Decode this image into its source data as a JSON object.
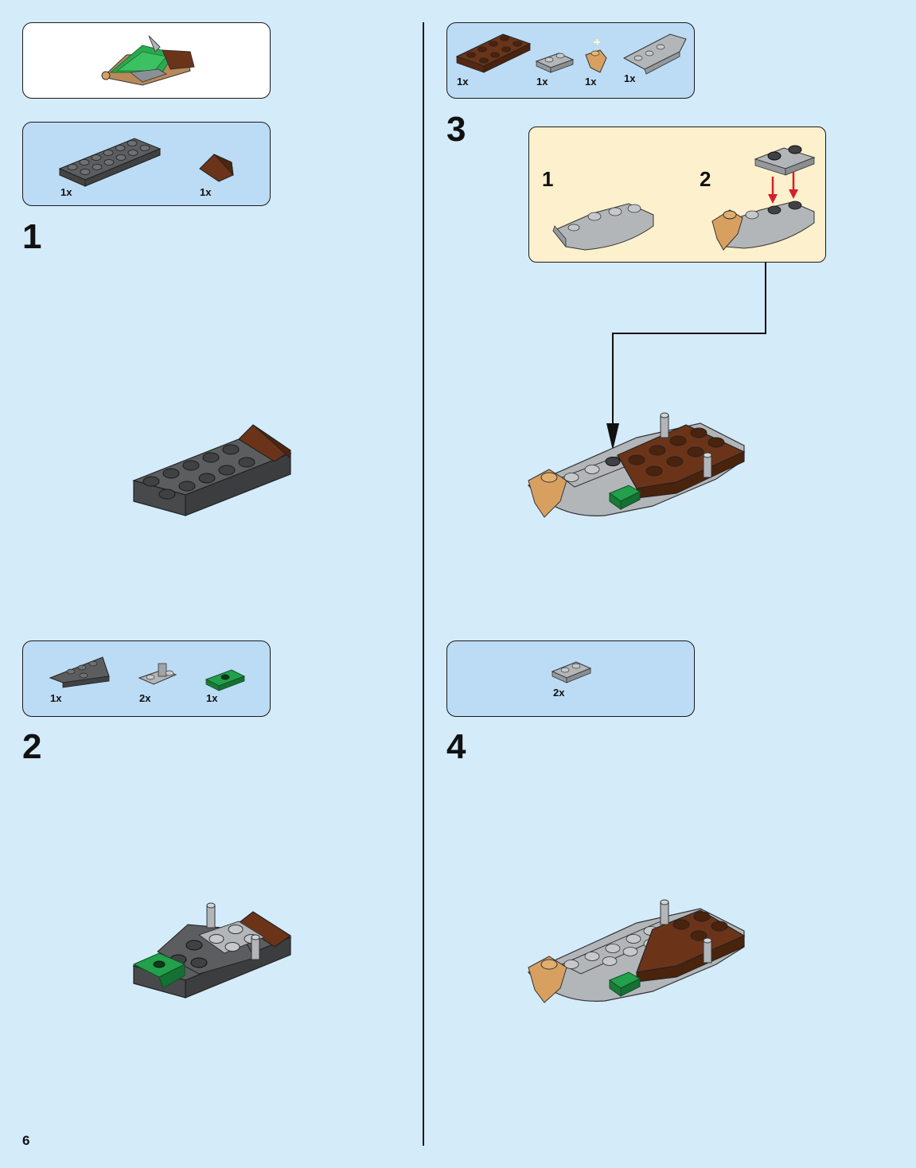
{
  "page": {
    "number": "6"
  },
  "preview": {},
  "step1": {
    "number": "1",
    "parts": [
      {
        "qty": "1x"
      },
      {
        "qty": "1x"
      }
    ]
  },
  "step2": {
    "number": "2",
    "parts": [
      {
        "qty": "1x"
      },
      {
        "qty": "2x"
      },
      {
        "qty": "1x"
      }
    ]
  },
  "step3": {
    "number": "3",
    "parts": [
      {
        "qty": "1x"
      },
      {
        "qty": "1x"
      },
      {
        "qty": "1x"
      },
      {
        "qty": "1x"
      }
    ],
    "substeps": [
      {
        "number": "1"
      },
      {
        "number": "2"
      }
    ]
  },
  "step4": {
    "number": "4",
    "parts": [
      {
        "qty": "2x"
      }
    ]
  },
  "colors": {
    "background": "#d4ebfa",
    "parts_box": "#bcdcf5",
    "substep_box": "#fdf0cc",
    "dark_gray": "#5b5d5f",
    "light_gray": "#a9adb0",
    "brown": "#6b3419",
    "green": "#22a04b",
    "tan": "#d8a060",
    "arrow_red": "#d4202c"
  }
}
